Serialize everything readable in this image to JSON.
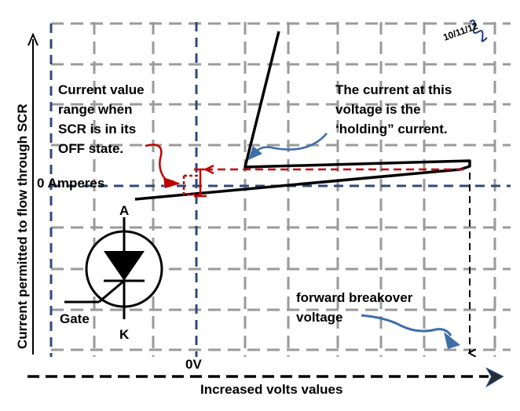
{
  "y_axis_label": "Current  permitted to flow through SCR",
  "x_axis_label": "Increased volts values",
  "zero_volts_label": "0V",
  "zero_amperes_label": "0 Amperes",
  "date_note": "10/11/12",
  "off_state_note": [
    "Current value",
    "range when",
    "SCR is in its",
    "OFF state."
  ],
  "holding_note": [
    "The current at this",
    "voltage is the",
    "‘holding”  current."
  ],
  "breakover_note": [
    "forward breakover",
    "voltage"
  ],
  "symbol": {
    "anode": "A",
    "gate": "Gate",
    "cathode": "K"
  },
  "colors": {
    "grid": "#9a9a9a",
    "blue_grid": "#2f4a7a",
    "red_annotation": "#c00000",
    "arrow_blue": "#3d6ea8"
  },
  "icons": [
    "signature-icon",
    "scr-symbol-icon",
    "arrow-right-icon",
    "arrow-up-icon"
  ]
}
